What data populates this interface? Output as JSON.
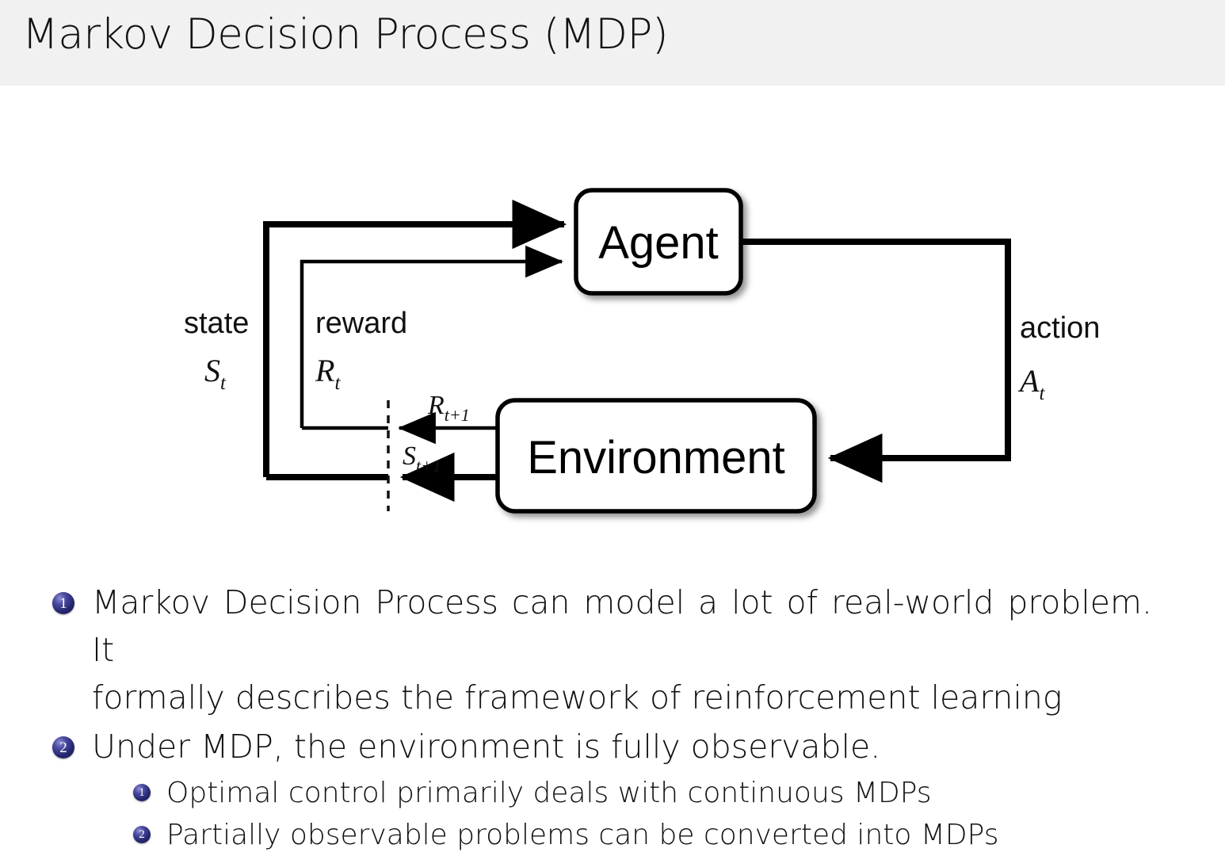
{
  "header": {
    "title": "Markov Decision Process (MDP)",
    "background": "#f1f1f1"
  },
  "diagram": {
    "name": "agent-environment-interaction-loop",
    "boxes": {
      "agent": "Agent",
      "environment": "Environment"
    },
    "labels": {
      "state_word": "state",
      "state_symbol": "S",
      "state_symbol_sub": "t",
      "reward_word": "reward",
      "reward_symbol": "R",
      "reward_symbol_sub": "t",
      "action_word": "action",
      "action_symbol": "A",
      "action_symbol_sub": "t",
      "reward_next_symbol": "R",
      "reward_next_sub": "t+1",
      "state_next_symbol": "S",
      "state_next_sub": "t+1"
    },
    "colors": {
      "stroke": "#000000",
      "box_fill": "#ffffff"
    }
  },
  "bullets": {
    "marker_color": "#26266e",
    "items": [
      {
        "number": "1",
        "level": 1,
        "line1": "Markov Decision Process can model a lot of real-world problem. It",
        "line2": "formally describes the framework of reinforcement learning"
      },
      {
        "number": "2",
        "level": 1,
        "line1": "Under MDP, the environment is fully observable.",
        "line2": ""
      },
      {
        "number": "1",
        "level": 2,
        "line1": "Optimal control primarily deals with continuous MDPs"
      },
      {
        "number": "2",
        "level": 2,
        "line1": "Partially observable problems can be converted into MDPs"
      }
    ]
  }
}
